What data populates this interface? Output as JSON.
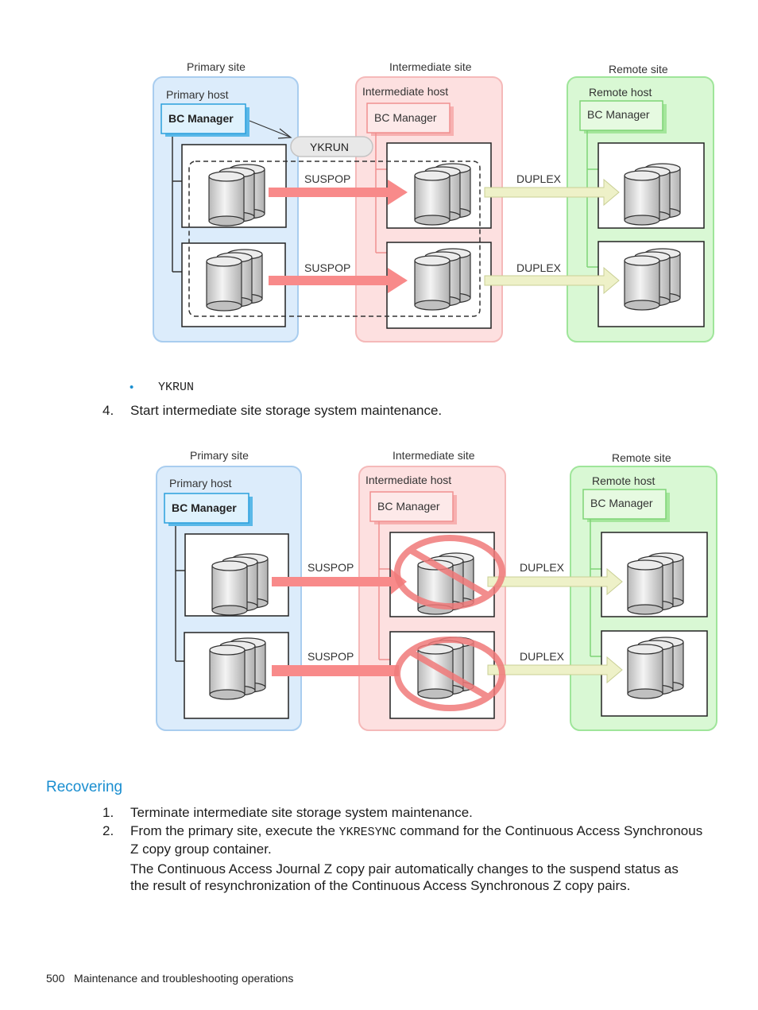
{
  "diagram1": {
    "site_labels": {
      "primary": "Primary site",
      "intermediate": "Intermediate site",
      "remote": "Remote site"
    },
    "host_labels": {
      "primary": "Primary host",
      "intermediate": "Intermediate host",
      "remote": "Remote host"
    },
    "bc_manager": "BC Manager",
    "command_bubble": "YKRUN",
    "arrow_labels": {
      "left_top": "SUSPOP",
      "left_bottom": "SUSPOP",
      "right_top": "DUPLEX",
      "right_bottom": "DUPLEX"
    }
  },
  "diagram2": {
    "site_labels": {
      "primary": "Primary site",
      "intermediate": "Intermediate site",
      "remote": "Remote site"
    },
    "host_labels": {
      "primary": "Primary host",
      "intermediate": "Intermediate host",
      "remote": "Remote host"
    },
    "bc_manager": "BC Manager",
    "arrow_labels": {
      "left_top": "SUSPOP",
      "left_bottom": "SUSPOP",
      "right_top": "DUPLEX",
      "right_bottom": "DUPLEX"
    }
  },
  "bullet_command": "YKRUN",
  "step4": {
    "num": "4.",
    "text": "Start intermediate site storage system maintenance."
  },
  "section_title": "Recovering",
  "recover_steps": [
    {
      "num": "1.",
      "text": "Terminate intermediate site storage system maintenance."
    },
    {
      "num": "2.",
      "before": "From the primary site, execute the ",
      "cmd": "YKRESYNC",
      "after": " command for the Continuous Access Synchronous",
      "line2": "Z copy group container."
    }
  ],
  "note_line1": "The Continuous Access Journal Z copy pair automatically changes to the suspend status as",
  "note_line2": "the result of resynchronization of the Continuous Access Synchronous Z copy pairs.",
  "footer": {
    "page": "500",
    "title": "Maintenance and troubleshooting operations"
  },
  "colors": {
    "accent": "#1a8ed0",
    "primary_site": "#dcecfb",
    "intermediate_site": "#fde0e0",
    "remote_site": "#d9f8d4"
  }
}
